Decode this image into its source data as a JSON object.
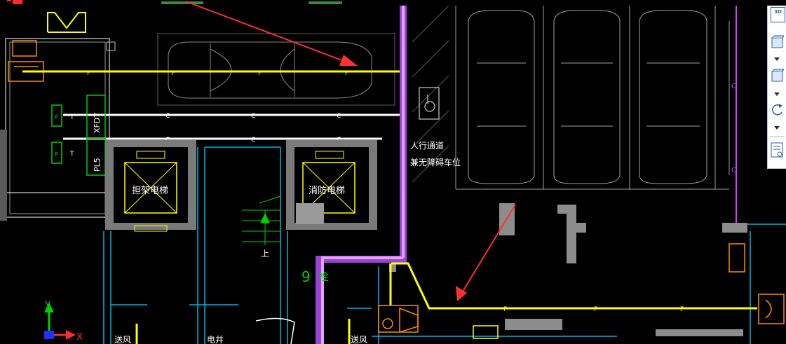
{
  "cad": {
    "labels": {
      "stretcher_elevator": "担架电梯",
      "fire_elevator": "消防电梯",
      "pedestrian_line1": "人行通道",
      "pedestrian_line2": "兼无障碍车位",
      "stair_up": "上",
      "hydrant": "9",
      "hydrant_suffix": "栓",
      "wire_f": "F",
      "wire_c": "C",
      "panel_p": "P",
      "panel_label1": "XFDT",
      "panel_label2": "PL5",
      "room_bottom1": "送风",
      "room_bottom2": "电井",
      "room_bottom3": "送风",
      "axis_x": "X",
      "axis_y": "Y"
    },
    "colors": {
      "background": "#000000",
      "wire_yellow": "#ffff00",
      "wire_white": "#ffffff",
      "annotation_arrow": "#ff3030",
      "pipe_magenta": "#d040ff",
      "wall_gray": "#808080",
      "cyan": "#00c8ff",
      "green": "#00d000",
      "orange": "#ff8c00"
    }
  },
  "view_toolbar": {
    "mode_3d": "3D",
    "icons": [
      "3d-mode-icon",
      "cube-top-icon",
      "cube-front-icon",
      "orbit-icon",
      "view-list-icon"
    ]
  }
}
